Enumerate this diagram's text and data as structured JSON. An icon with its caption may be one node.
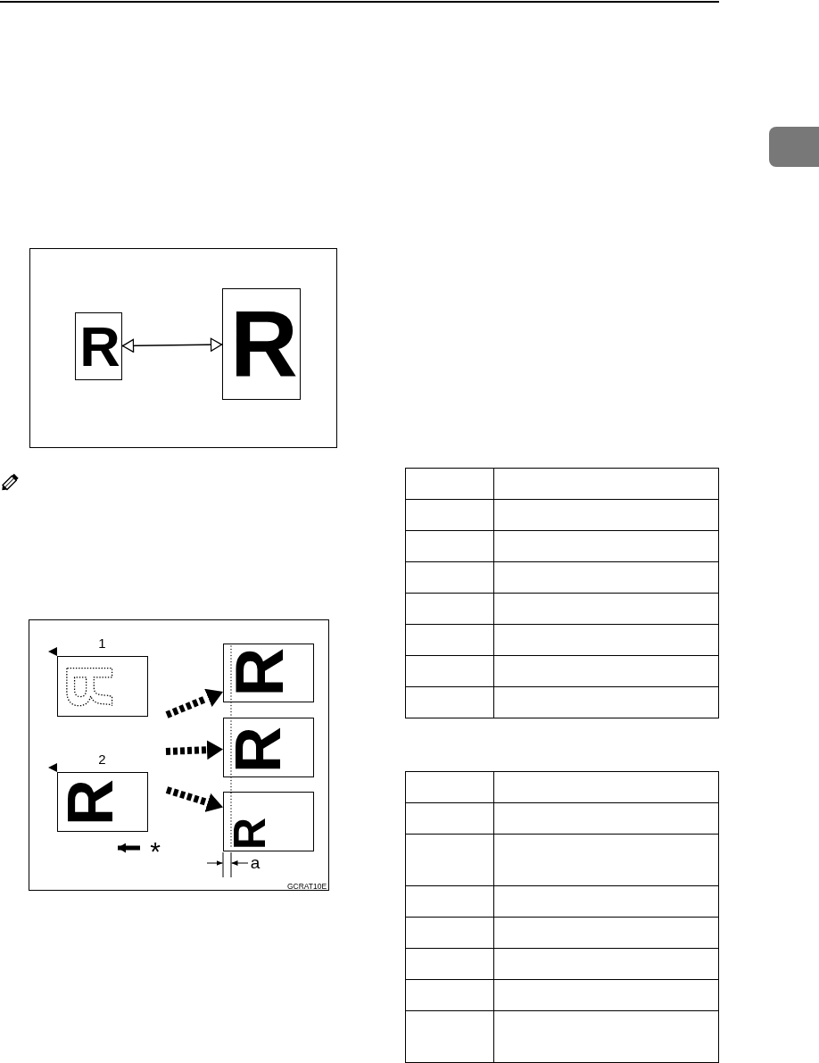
{
  "diagram": {
    "nodes": [
      {
        "text": [
          "R"
        ]
      },
      {
        "text": [
          "R"
        ]
      },
      {
        "text": [],
        "shape": "picture",
        "beside": [
          "1"
        ]
      },
      {
        "text": [
          "R"
        ],
        "beside": [
          "2"
        ]
      },
      {
        "text": [
          "R"
        ]
      },
      {
        "text": [
          "R"
        ]
      },
      {
        "text": [
          "R"
        ]
      }
    ],
    "edges": [
      {
        "from": 0,
        "to": 1,
        "arrow": "both"
      },
      {
        "from": null,
        "to": 4,
        "arrow": "to",
        "style": "dashed"
      },
      {
        "from": null,
        "to": 5,
        "arrow": "to",
        "style": "dashed"
      },
      {
        "from": null,
        "to": 6,
        "arrow": "to",
        "style": "dashed"
      }
    ],
    "labels": [
      "*",
      "a",
      "GCRAT10E"
    ]
  }
}
